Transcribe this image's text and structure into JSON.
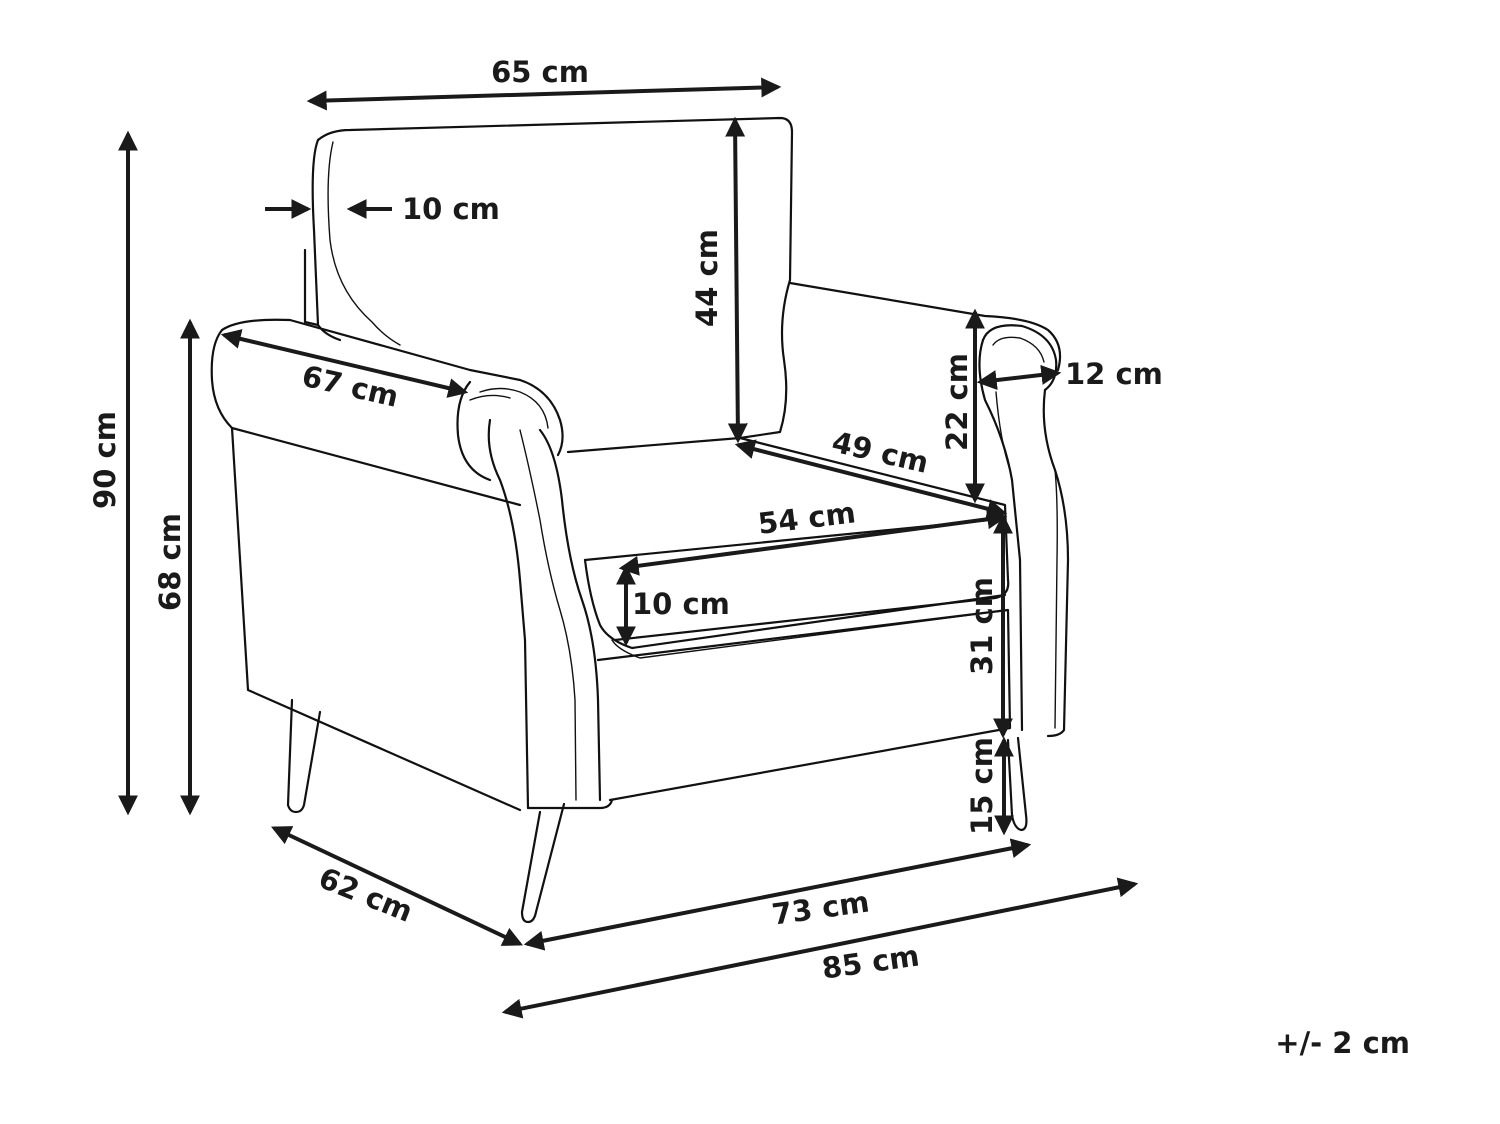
{
  "dimensions": {
    "top_width": "65 cm",
    "back_thickness": "10 cm",
    "back_height": "44 cm",
    "total_height": "90 cm",
    "arm_height": "68 cm",
    "arm_length": "67 cm",
    "arm_width": "12 cm",
    "arm_above_seat": "22 cm",
    "seat_depth": "49 cm",
    "seat_width": "54 cm",
    "cushion_thickness": "10 cm",
    "seat_height": "31 cm",
    "leg_height": "15 cm",
    "depth": "62 cm",
    "base_width": "73 cm",
    "total_width": "85 cm"
  },
  "tolerance": "+/- 2 cm",
  "colors": {
    "ink": "#1a1a1a",
    "background": "#ffffff"
  }
}
